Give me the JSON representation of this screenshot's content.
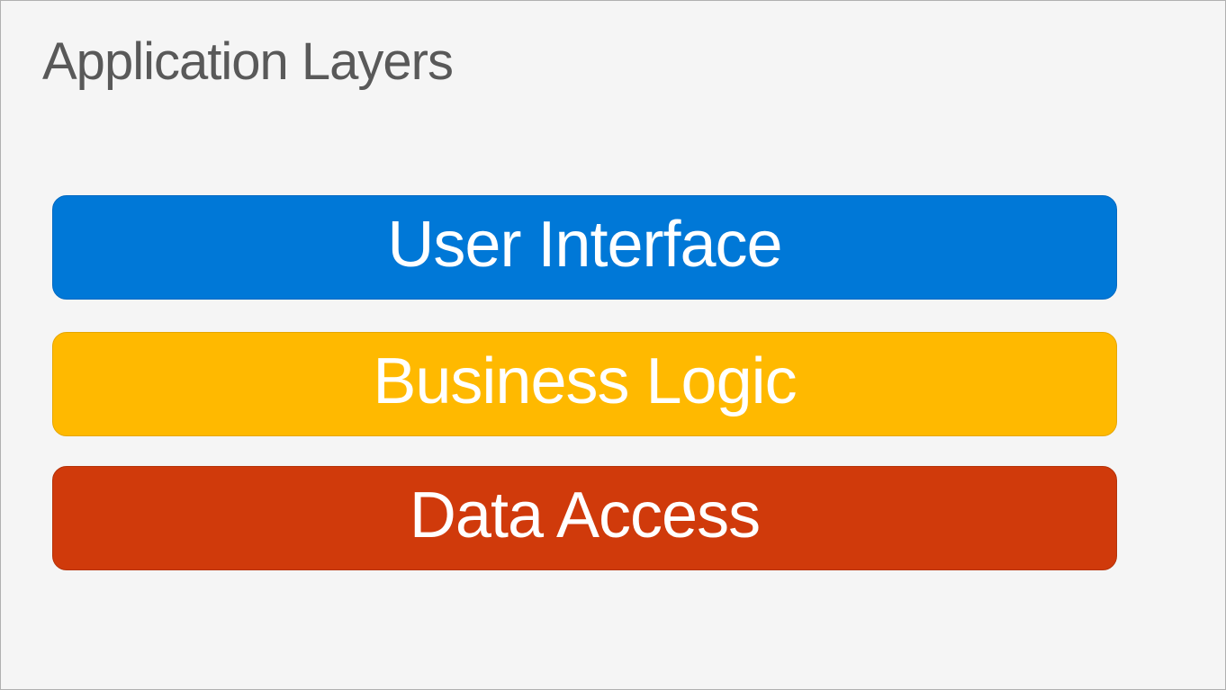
{
  "title": "Application Layers",
  "layers": [
    {
      "label": "User Interface",
      "fill": "#0078D7",
      "border": "#0069C2",
      "text_color": "#FFFFFF"
    },
    {
      "label": "Business Logic",
      "fill": "#FFB900",
      "border": "#E6A600",
      "text_color": "#FFFFFF"
    },
    {
      "label": "Data Access",
      "fill": "#D03A0B",
      "border": "#B53309",
      "text_color": "#FFFFFF"
    }
  ],
  "colors": {
    "background": "#F5F5F5",
    "canvas_border": "#B0B0B0",
    "title_text": "#595959"
  }
}
